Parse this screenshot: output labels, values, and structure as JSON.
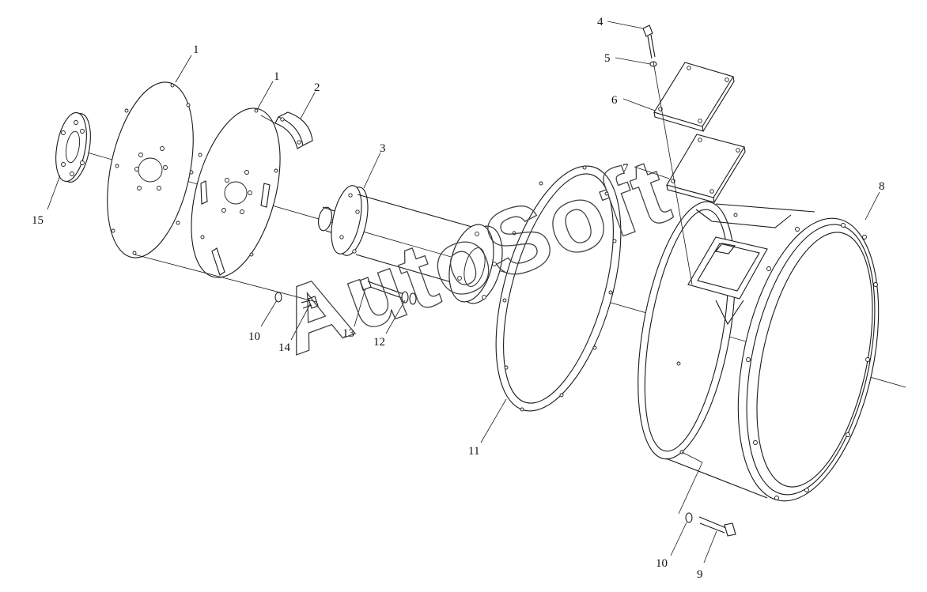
{
  "watermark": "AutoSoft",
  "callouts": [
    {
      "id": "c1a",
      "label": "1"
    },
    {
      "id": "c1b",
      "label": "1"
    },
    {
      "id": "c2",
      "label": "2"
    },
    {
      "id": "c3",
      "label": "3"
    },
    {
      "id": "c4",
      "label": "4"
    },
    {
      "id": "c5",
      "label": "5"
    },
    {
      "id": "c6",
      "label": "6"
    },
    {
      "id": "c7",
      "label": "7"
    },
    {
      "id": "c8",
      "label": "8"
    },
    {
      "id": "c9",
      "label": "9"
    },
    {
      "id": "c10a",
      "label": "10"
    },
    {
      "id": "c10b",
      "label": "10"
    },
    {
      "id": "c11",
      "label": "11"
    },
    {
      "id": "c12",
      "label": "12"
    },
    {
      "id": "c13",
      "label": "13"
    },
    {
      "id": "c14",
      "label": "14"
    },
    {
      "id": "c15",
      "label": "15"
    }
  ]
}
